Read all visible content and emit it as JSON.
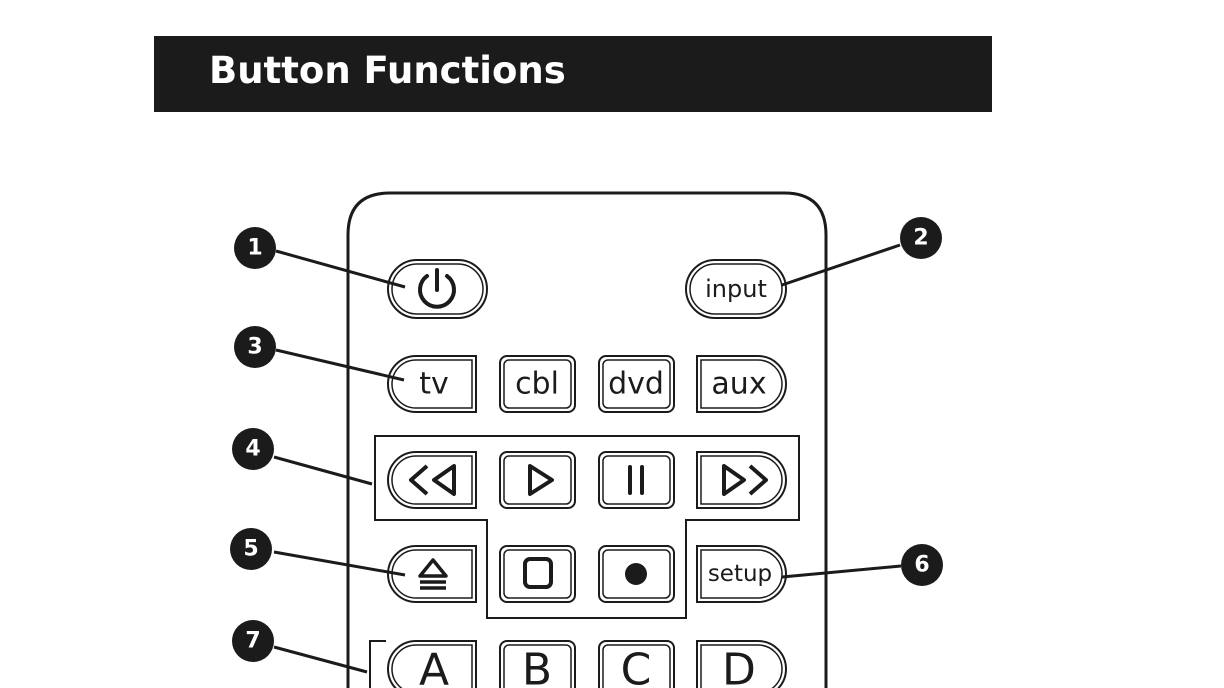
{
  "header": {
    "title": "Button Functions"
  },
  "buttons": {
    "power_icon": "power-icon",
    "input": "input",
    "tv": "tv",
    "cbl": "cbl",
    "dvd": "dvd",
    "aux": "aux",
    "rewind_icon": "rewind-icon",
    "play_icon": "play-icon",
    "pause_icon": "pause-icon",
    "fast_forward_icon": "fast-forward-icon",
    "eject_icon": "eject-icon",
    "stop_icon": "stop-icon",
    "record_icon": "record-icon",
    "setup": "setup",
    "a": "A",
    "b": "B",
    "c": "C",
    "d": "D"
  },
  "callouts": [
    "1",
    "2",
    "3",
    "4",
    "5",
    "6",
    "7"
  ],
  "colors": {
    "ink": "#1b1b1b",
    "paper": "#ffffff"
  }
}
